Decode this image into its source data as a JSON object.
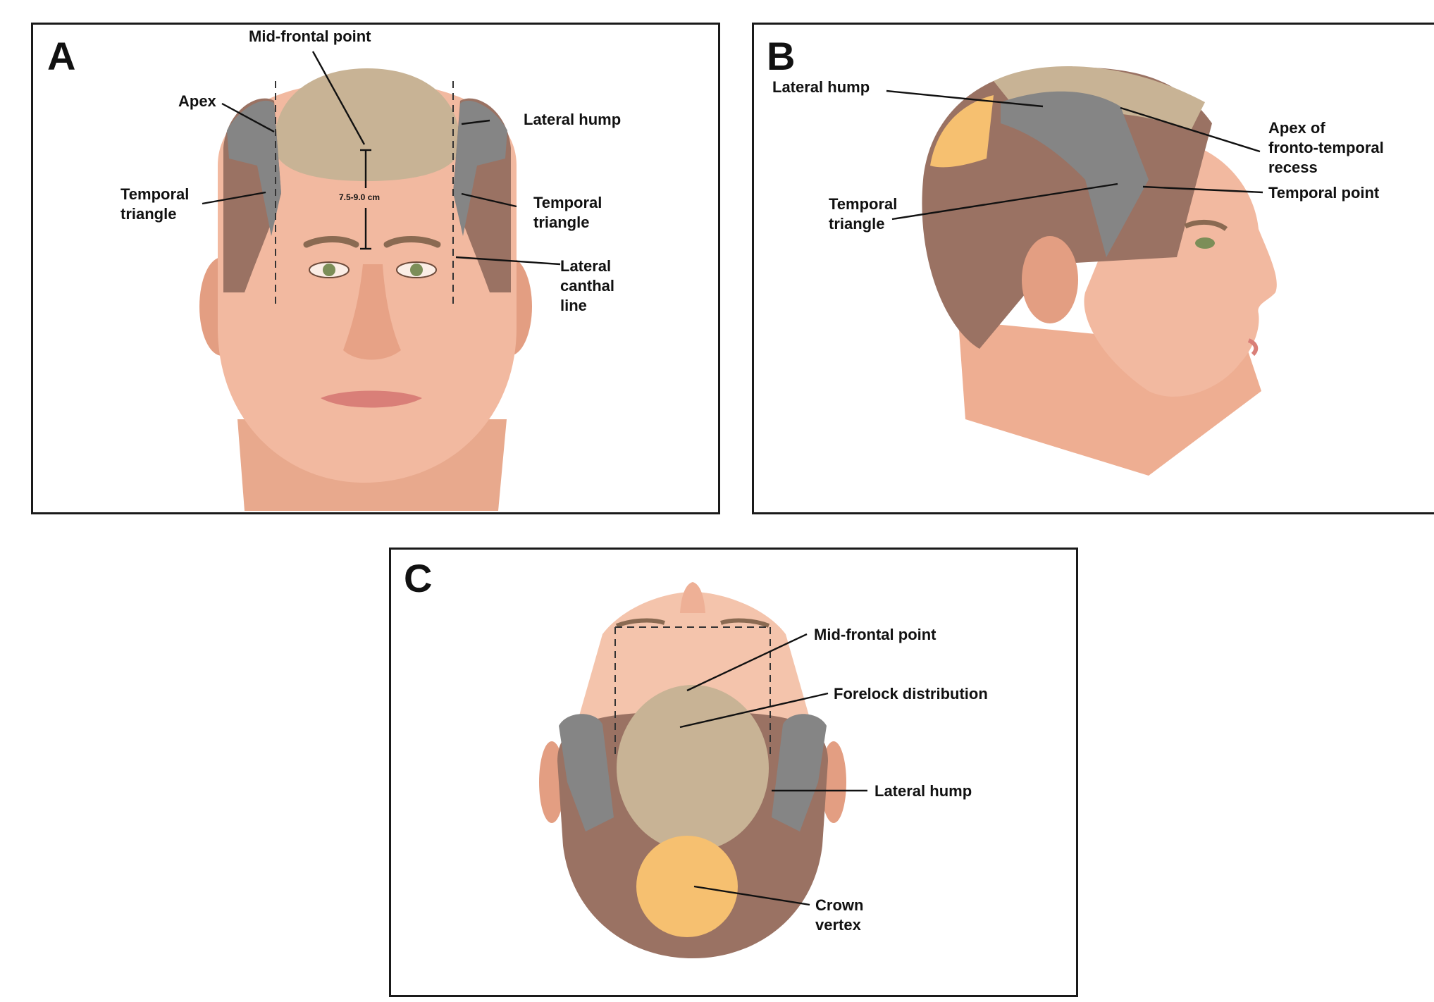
{
  "colors": {
    "skin": "#f2b9a0",
    "skin_shadow": "#d9866a",
    "forelock": "#c8b395",
    "gray_zone": "#858585",
    "brown_zone": "#9a7263",
    "crown": "#f6c070"
  },
  "panel_a": {
    "letter": "A",
    "labels": {
      "mid_frontal": "Mid-frontal point",
      "apex": "Apex",
      "lateral_hump": "Lateral hump",
      "temporal_triangle_left_1": "Temporal",
      "temporal_triangle_left_2": "triangle",
      "temporal_triangle_right_1": "Temporal",
      "temporal_triangle_right_2": "triangle",
      "lateral_canthal_1": "Lateral",
      "lateral_canthal_2": "canthal",
      "lateral_canthal_3": "line",
      "measurement": "7.5-9.0 cm"
    }
  },
  "panel_b": {
    "letter": "B",
    "labels": {
      "lateral_hump": "Lateral hump",
      "apex_1": "Apex of",
      "apex_2": "fronto-temporal",
      "apex_3": "recess",
      "temporal_point": "Temporal point",
      "temporal_triangle_1": "Temporal",
      "temporal_triangle_2": "triangle"
    }
  },
  "panel_c": {
    "letter": "C",
    "labels": {
      "mid_frontal": "Mid-frontal point",
      "forelock": "Forelock distribution",
      "lateral_hump": "Lateral hump",
      "crown_1": "Crown",
      "crown_2": "vertex"
    }
  }
}
